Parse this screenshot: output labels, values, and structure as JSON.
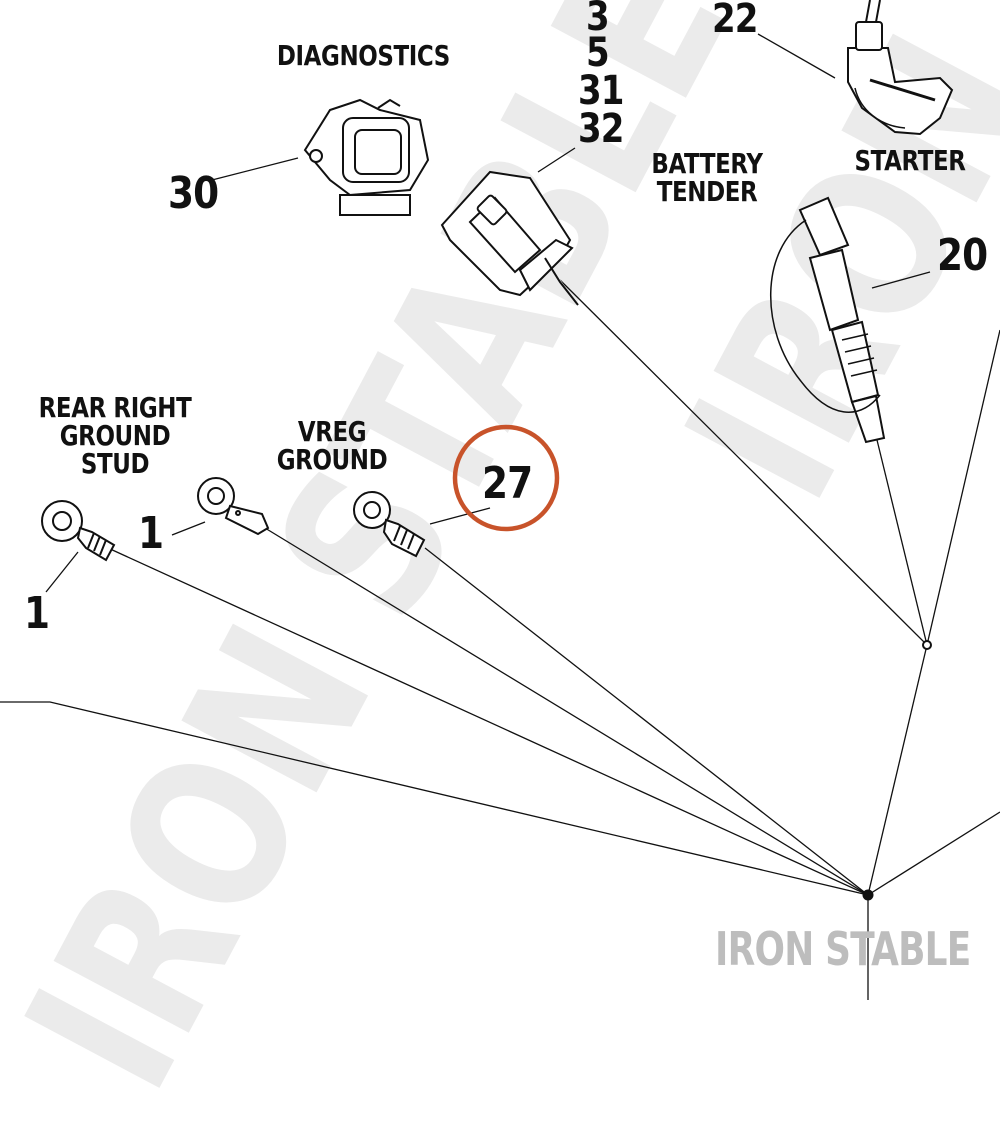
{
  "watermark": {
    "text": "IRON STABLE",
    "color": "#bdbdbd",
    "shade": "#ebebeb"
  },
  "colors": {
    "line": "#111111",
    "highlight": "#c8532a"
  },
  "labels": {
    "diagnostics": "DIAGNOSTICS",
    "battery_tender": "BATTERY\nTENDER",
    "starter": "STARTER",
    "rear_right_ground_stud": "REAR RIGHT\nGROUND\nSTUD",
    "vreg_ground": "VREG\nGROUND"
  },
  "callouts": {
    "n3": "3",
    "n5": "5",
    "n31": "31",
    "n32": "32",
    "n22": "22",
    "n30": "30",
    "n20": "20",
    "n1a": "1",
    "n1b": "1",
    "n27": "27"
  },
  "highlighted_callout": "27"
}
